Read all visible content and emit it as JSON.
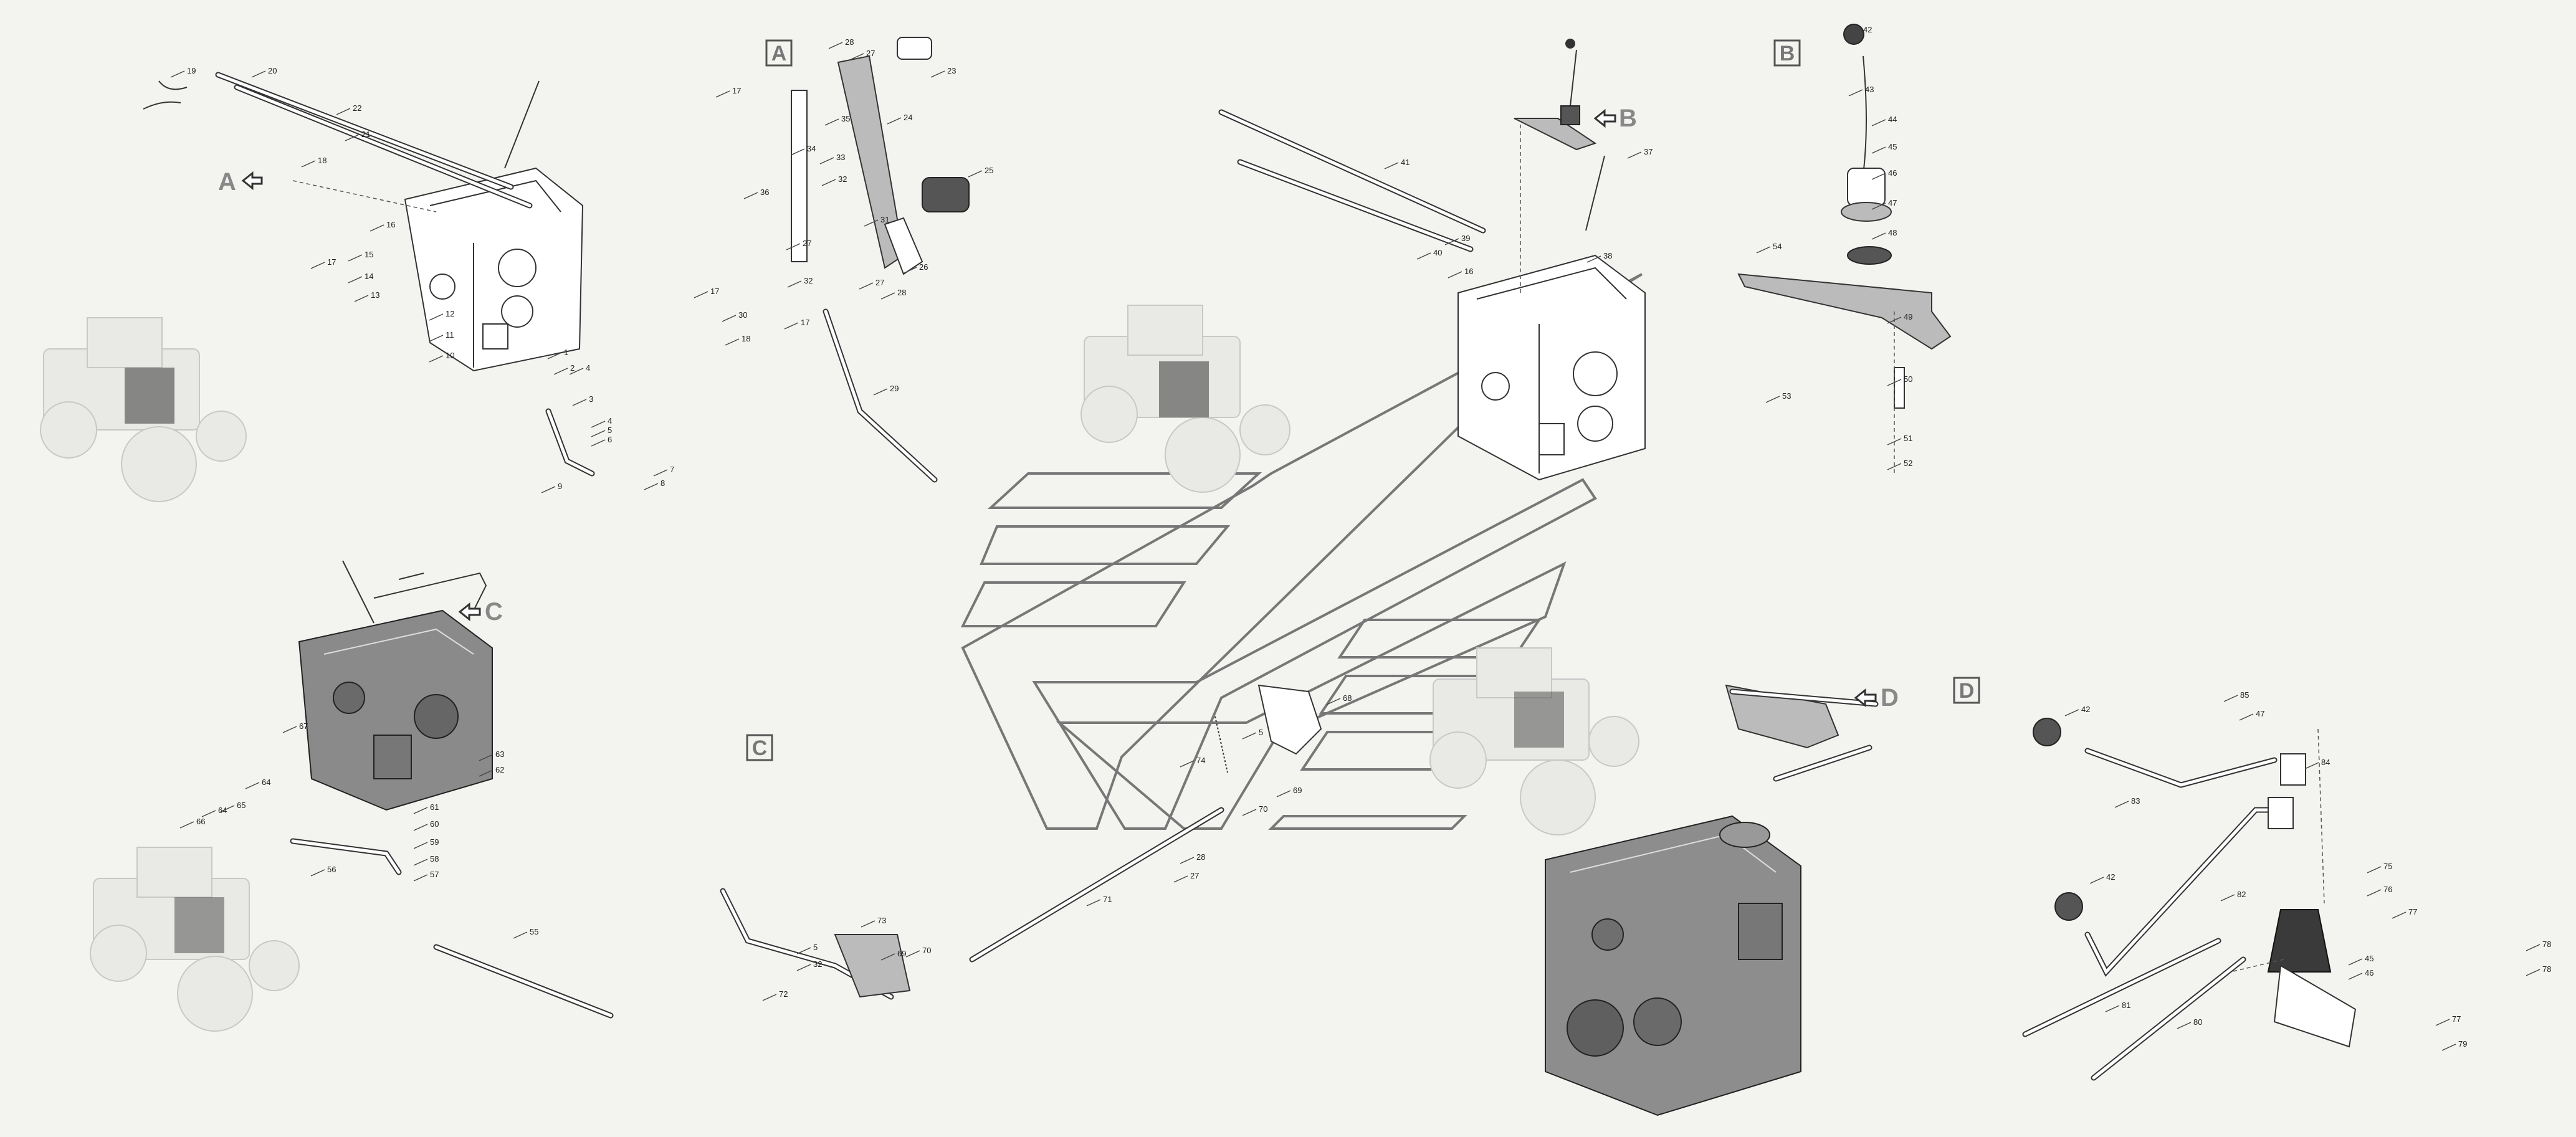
{
  "callouts": [
    {
      "id": "c1",
      "text": "1"
    },
    {
      "id": "c2",
      "text": "2"
    },
    {
      "id": "c3",
      "text": "3"
    },
    {
      "id": "c4",
      "text": "4"
    },
    {
      "id": "c5",
      "text": "5"
    },
    {
      "id": "c6",
      "text": "6"
    },
    {
      "id": "c7",
      "text": "7"
    },
    {
      "id": "c8",
      "text": "8"
    },
    {
      "id": "c9",
      "text": "9"
    },
    {
      "id": "c10",
      "text": "10"
    },
    {
      "id": "c11",
      "text": "11"
    },
    {
      "id": "c12",
      "text": "12"
    },
    {
      "id": "c13",
      "text": "13"
    },
    {
      "id": "c14",
      "text": "14"
    },
    {
      "id": "c15",
      "text": "15"
    },
    {
      "id": "c16",
      "text": "16"
    },
    {
      "id": "c17",
      "text": "17"
    },
    {
      "id": "c18",
      "text": "18"
    },
    {
      "id": "c19",
      "text": "19"
    },
    {
      "id": "c20",
      "text": "20"
    },
    {
      "id": "c21",
      "text": "21"
    },
    {
      "id": "c22",
      "text": "22"
    },
    {
      "id": "c23",
      "text": "23"
    },
    {
      "id": "c24",
      "text": "24"
    },
    {
      "id": "c25",
      "text": "25"
    },
    {
      "id": "c26",
      "text": "26"
    },
    {
      "id": "c27",
      "text": "27"
    },
    {
      "id": "c28",
      "text": "28"
    },
    {
      "id": "c29",
      "text": "29"
    },
    {
      "id": "c30",
      "text": "30"
    },
    {
      "id": "c31",
      "text": "31"
    },
    {
      "id": "c32",
      "text": "32"
    },
    {
      "id": "c33",
      "text": "33"
    },
    {
      "id": "c34",
      "text": "34"
    },
    {
      "id": "c35",
      "text": "35"
    },
    {
      "id": "c36",
      "text": "36"
    },
    {
      "id": "c37",
      "text": "37"
    },
    {
      "id": "c38",
      "text": "38"
    },
    {
      "id": "c39",
      "text": "39"
    },
    {
      "id": "c40",
      "text": "40"
    },
    {
      "id": "c41",
      "text": "41"
    },
    {
      "id": "c42",
      "text": "42"
    },
    {
      "id": "c43",
      "text": "43"
    },
    {
      "id": "c44",
      "text": "44"
    },
    {
      "id": "c45",
      "text": "45"
    },
    {
      "id": "c46",
      "text": "46"
    },
    {
      "id": "c47",
      "text": "47"
    },
    {
      "id": "c48",
      "text": "48"
    },
    {
      "id": "c49",
      "text": "49"
    },
    {
      "id": "c50",
      "text": "50"
    },
    {
      "id": "c51",
      "text": "51"
    },
    {
      "id": "c52",
      "text": "52"
    },
    {
      "id": "c53",
      "text": "53"
    },
    {
      "id": "c54",
      "text": "54"
    },
    {
      "id": "c55",
      "text": "55"
    },
    {
      "id": "c56",
      "text": "56"
    },
    {
      "id": "c57",
      "text": "57"
    },
    {
      "id": "c58",
      "text": "58"
    },
    {
      "id": "c59",
      "text": "59"
    },
    {
      "id": "c60",
      "text": "60"
    },
    {
      "id": "c61",
      "text": "61"
    },
    {
      "id": "c62",
      "text": "62"
    },
    {
      "id": "c63",
      "text": "63"
    },
    {
      "id": "c64",
      "text": "64"
    },
    {
      "id": "c65",
      "text": "65"
    },
    {
      "id": "c66",
      "text": "66"
    },
    {
      "id": "c67",
      "text": "67"
    },
    {
      "id": "c68",
      "text": "68"
    },
    {
      "id": "c69",
      "text": "69"
    },
    {
      "id": "c70",
      "text": "70"
    },
    {
      "id": "c71",
      "text": "71"
    },
    {
      "id": "c72",
      "text": "72"
    },
    {
      "id": "c73",
      "text": "73"
    },
    {
      "id": "c74",
      "text": "74"
    },
    {
      "id": "c75",
      "text": "75"
    },
    {
      "id": "c76",
      "text": "76"
    },
    {
      "id": "c77",
      "text": "77"
    },
    {
      "id": "c78",
      "text": "78"
    },
    {
      "id": "c79",
      "text": "79"
    },
    {
      "id": "c80",
      "text": "80"
    },
    {
      "id": "c81",
      "text": "81"
    },
    {
      "id": "c82",
      "text": "82"
    },
    {
      "id": "c83",
      "text": "83"
    },
    {
      "id": "c84",
      "text": "84"
    },
    {
      "id": "c85",
      "text": "85"
    }
  ],
  "sections": {
    "A": "A",
    "B": "B",
    "C": "C",
    "D": "D"
  },
  "pointers": {
    "A": "A",
    "B": "B",
    "C": "C",
    "D": "D"
  },
  "colors": {
    "background": "#f3f3f0",
    "line": "#333333",
    "section_label": "#777777",
    "logo_outline": "#777777"
  }
}
